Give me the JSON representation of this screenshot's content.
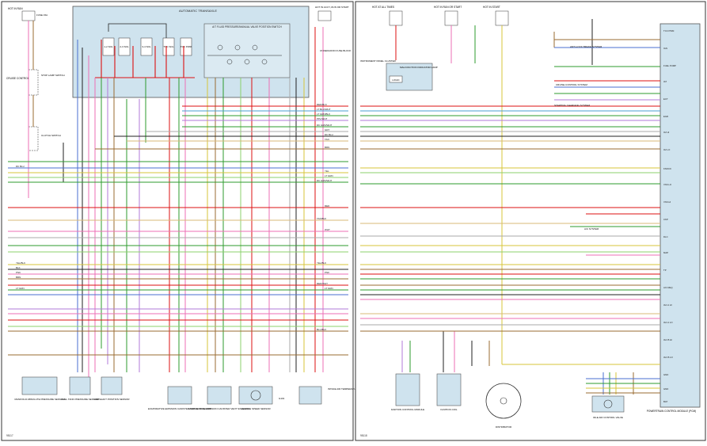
{
  "left_sheet": {
    "id": "98117",
    "hot_in_run": "HOT IN RUN",
    "fuse_tag": "FUSE 15A",
    "panel_title": "AUTOMATIC TRANSAXLE",
    "sub_title": "A/T FLUID PRESSURE/MANUAL VALVE POSITION SWITCH",
    "hot_in_acc": "HOT IN ACCY, RUN OR START",
    "junction": "I/P FUSE JUNCTION BLOCK",
    "underhood": "UNDERHOOD FUSE BLOCK",
    "cruise_control": "CRUISE CONTROL",
    "stop_lamp": "STOP LAMP SWITCH",
    "clutch_switch": "CLUTCH SWITCH",
    "solenoids": [
      "1-2 SOL",
      "2-3 SOL",
      "3-4 SOL",
      "TCC SOL",
      "TCC PWM"
    ],
    "components": [
      {
        "label": "MANIFOLD ABSOLUTE PRESSURE SENSOR"
      },
      {
        "label": "FUEL TANK PRESSURE SENSOR"
      },
      {
        "label": "CAMSHAFT POSITION SENSOR"
      },
      {
        "label": "EVAPORATIVE EMISSION CANISTER PURGE SOLENOID"
      },
      {
        "label": "EVAPORATIVE EMISSION CANISTER VENT SOLENOID"
      },
      {
        "label": "VEHICLE SPEED SENSOR"
      },
      {
        "label": "INTAKE AIR TEMPERATURE SENSOR"
      }
    ],
    "ground_label": "G101",
    "wire_labels": [
      "RED/BLK",
      "LT BLU/WHT",
      "LT GRN/BLK",
      "PPL/WHT",
      "DK GRN/WHT",
      "GRY",
      "DK BLU",
      "TAN",
      "BRN",
      "DK GRN/WHT",
      "YEL",
      "LT GRN",
      "DK BLU",
      "RED",
      "TAN/BLK",
      "WHT",
      "YEL/BLK",
      "PNK",
      "LT GRN",
      "BLK",
      "YEL/BLK",
      "PNK",
      "BRN",
      "RED/WHT",
      "LT GRN",
      "BLU/BLK"
    ]
  },
  "right_sheet": {
    "id": "98118",
    "hot_all": "HOT AT ALL TIMES",
    "hot_run": "HOT IN RUN OR START",
    "hot_start": "HOT IN START",
    "pcm_title": "POWERTRAIN CONTROL MODULE (PCM)",
    "instrument_cluster": "INSTRUMENT PANEL CLUSTER",
    "mil": "MALFUNCTION INDICATOR LAMP",
    "logic": "LOGIC",
    "ignition_module": "IGNITION CONTROL MODULE",
    "ignition_coil": "IGNITION COIL",
    "distributor": "DISTRIBUTOR",
    "iac": "IDLE AIR CONTROL VALVE",
    "ac_system": "A/C SYSTEM",
    "cruise_system": "CRUISE CONTROL SYSTEM",
    "anti_lock": "ANTI-LOCK BRAKE SYSTEM",
    "starting": "STARTING CHARGING SYSTEM",
    "pcm_pins": [
      "TCC PWM",
      "IGN",
      "FUEL PUMP",
      "IAT",
      "ECT",
      "EGR",
      "O2 HI",
      "O2 LO",
      "KNOCK",
      "VSS LO",
      "VSS HI",
      "CKP",
      "DLC",
      "MAP",
      "TP",
      "A/C REQ",
      "IAC A HI",
      "IAC A LO",
      "IAC B HI",
      "IAC B LO",
      "GND",
      "GND",
      "BAT"
    ]
  }
}
